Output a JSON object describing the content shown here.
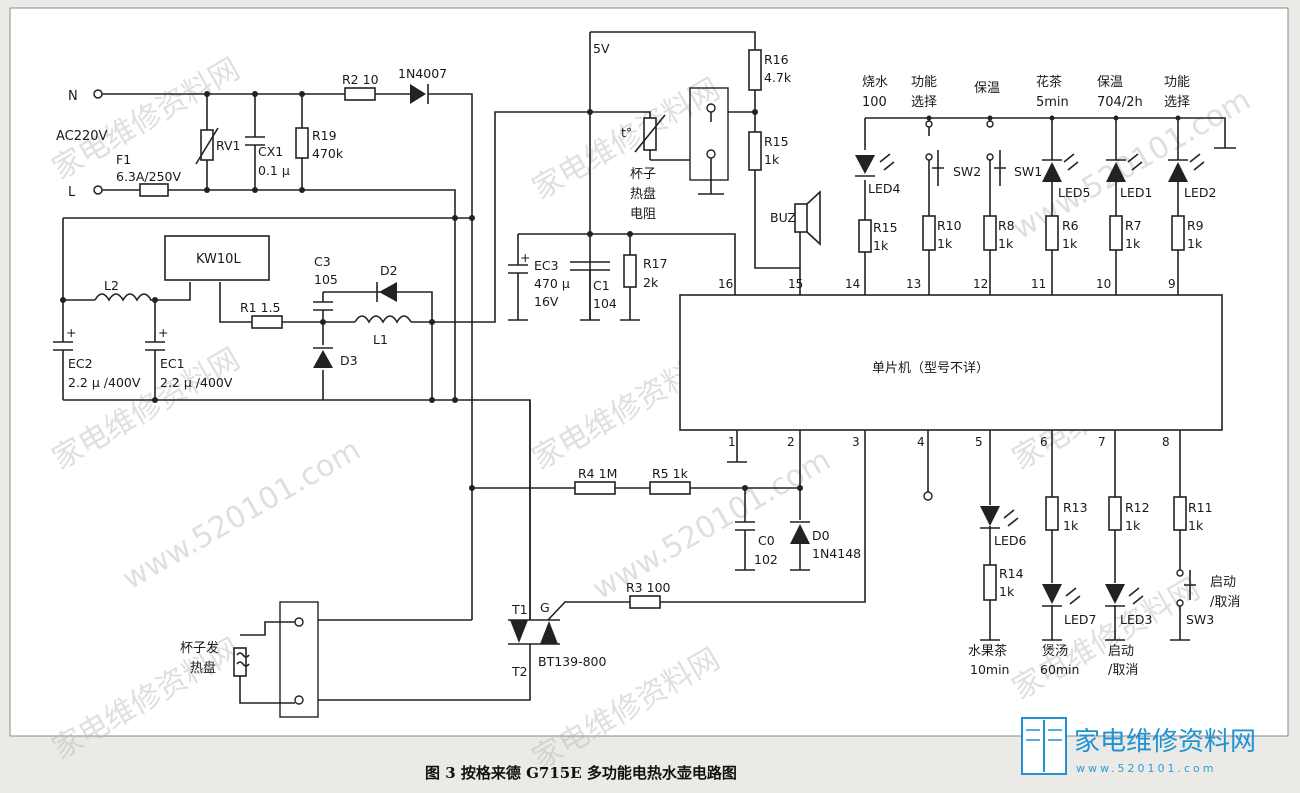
{
  "power": {
    "n_label": "N",
    "l_label": "L",
    "ac_label": "AC220V",
    "fuse_name": "F1",
    "fuse_value": "6.3A/250V"
  },
  "resistors": [
    {
      "id": "r2",
      "name": "R2  10"
    },
    {
      "id": "r19",
      "name": "R19",
      "value": "470k"
    },
    {
      "id": "r16",
      "name": "R16",
      "value": "4.7k"
    },
    {
      "id": "r15a",
      "name": "R15",
      "value": "1k"
    },
    {
      "id": "r17",
      "name": "R17",
      "value": "2k"
    },
    {
      "id": "r1",
      "name": "R1  1.5"
    },
    {
      "id": "r4",
      "name": "R4  1M"
    },
    {
      "id": "r5",
      "name": "R5  1k"
    },
    {
      "id": "r3",
      "name": "R3  100"
    },
    {
      "id": "r15b",
      "name": "R15",
      "value": "1k"
    },
    {
      "id": "r10",
      "name": "R10",
      "value": "1k"
    },
    {
      "id": "r8",
      "name": "R8",
      "value": "1k"
    },
    {
      "id": "r6",
      "name": "R6",
      "value": "1k"
    },
    {
      "id": "r7",
      "name": "R7",
      "value": "1k"
    },
    {
      "id": "r9",
      "name": "R9",
      "value": "1k"
    },
    {
      "id": "r13",
      "name": "R13",
      "value": "1k"
    },
    {
      "id": "r12",
      "name": "R12",
      "value": "1k"
    },
    {
      "id": "r11",
      "name": "R11",
      "value": "1k"
    },
    {
      "id": "r14",
      "name": "R14",
      "value": "1k"
    }
  ],
  "components": {
    "d1": "1N4007",
    "rv1": "RV1",
    "cx1": "CX1",
    "cx1_val": "0.1 μ",
    "kw": "KW10L",
    "l2": "L2",
    "l1": "L1",
    "c3": "C3",
    "c3_val": "105",
    "d2": "D2",
    "d3": "D3",
    "ec2": "EC2",
    "ec2_val": "2.2 μ /400V",
    "ec1": "EC1",
    "ec1_val": "2.2 μ /400V",
    "v5": "5V",
    "ec3": "EC3",
    "ec3_v1": "470 μ",
    "ec3_v2": "16V",
    "c1": "C1",
    "c1_val": "104",
    "thermo_t": "t°",
    "cup_res1": "杯子",
    "cup_res2": "热盘",
    "cup_res3": "电阻",
    "buz": "BUZ",
    "mcu": "单片机（型号不详）",
    "c0": "C0",
    "c0_val": "102",
    "d0": "D0",
    "d0_val": "1N4148",
    "t1": "T1",
    "t2": "T2",
    "g": "G",
    "triac": "BT139-800",
    "heater1": "杯子发",
    "heater2": "热盘",
    "led4": "LED4",
    "sw2": "SW2",
    "sw1": "SW1",
    "led5": "LED5",
    "led1": "LED1",
    "led2": "LED2",
    "led6": "LED6",
    "led7": "LED7",
    "led3": "LED3",
    "sw3": "SW3"
  },
  "top_labels": [
    {
      "id": "t14",
      "l1": "烧水",
      "l2": "100"
    },
    {
      "id": "t13",
      "l1": "功能",
      "l2": "选择"
    },
    {
      "id": "t12",
      "l1": "保温",
      "l2": ""
    },
    {
      "id": "t11",
      "l1": "花茶",
      "l2": "5min"
    },
    {
      "id": "t10",
      "l1": "保温",
      "l2": "704/2h"
    },
    {
      "id": "t9",
      "l1": "功能",
      "l2": "选择"
    }
  ],
  "bottom_labels": [
    {
      "id": "b5",
      "l1": "水果茶",
      "l2": "10min"
    },
    {
      "id": "b6",
      "l1": "煲汤",
      "l2": "60min"
    },
    {
      "id": "b7",
      "l1": "启动",
      "l2": "/取消"
    },
    {
      "id": "b8",
      "l1": "启动",
      "l2": "/取消"
    }
  ],
  "pins": [
    "16",
    "15",
    "14",
    "13",
    "12",
    "11",
    "10",
    "9",
    "1",
    "2",
    "3",
    "4",
    "5",
    "6",
    "7",
    "8"
  ],
  "caption": "图 3 按格来德 G715E 多功能电热水壶电路图",
  "watermark_texts": [
    "家电维修资料网",
    "www.520101.com"
  ],
  "logo": {
    "text": "家电维修资料网",
    "url": "www.520101.com",
    "color": "#1e93d3"
  }
}
